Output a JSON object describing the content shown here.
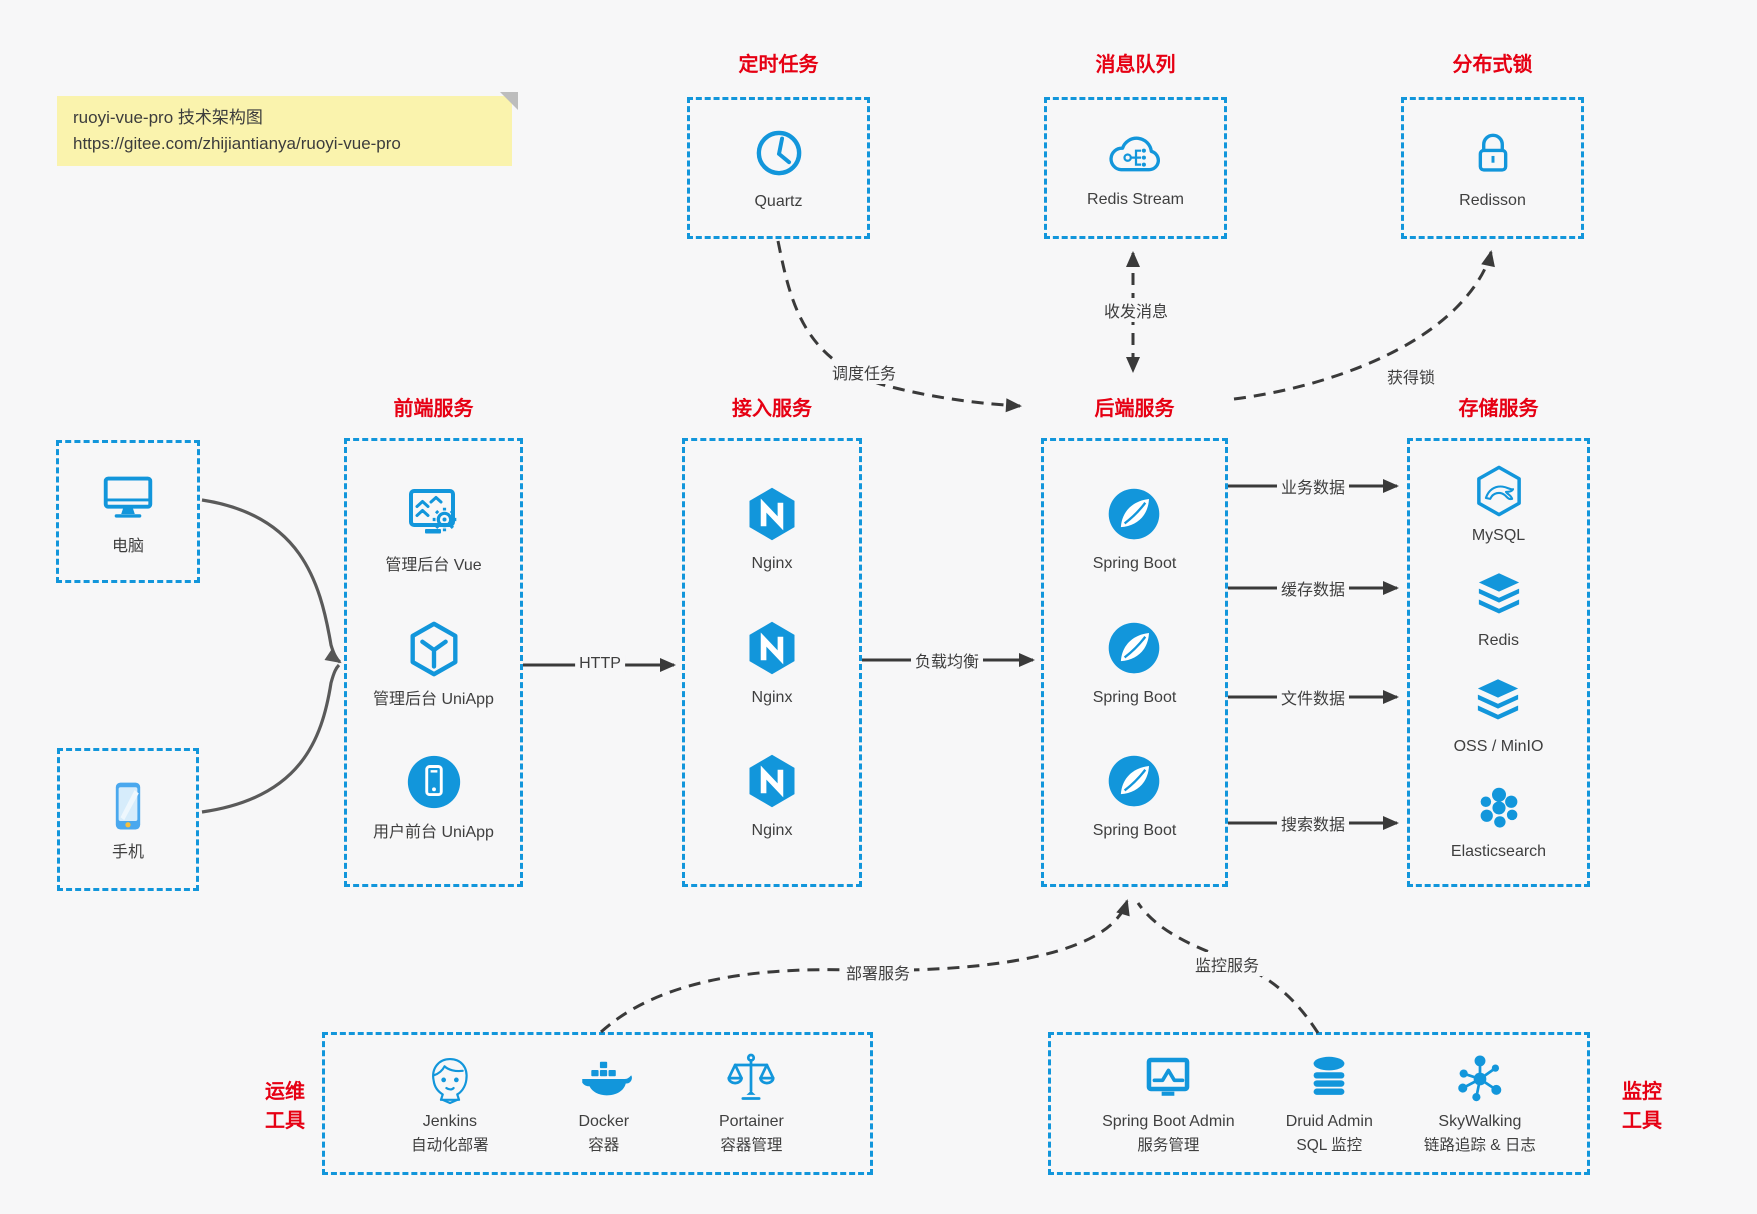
{
  "note": {
    "line1": "ruoyi-vue-pro 技术架构图",
    "line2": "https://gitee.com/zhijiantianya/ruoyi-vue-pro"
  },
  "top": {
    "scheduler": {
      "title": "定时任务",
      "label": "Quartz"
    },
    "queue": {
      "title": "消息队列",
      "label": "Redis Stream"
    },
    "lock": {
      "title": "分布式锁",
      "label": "Redisson"
    }
  },
  "clients": {
    "pc": {
      "label": "电脑"
    },
    "mobile": {
      "label": "手机"
    }
  },
  "columns": {
    "frontend": {
      "title": "前端服务",
      "items": [
        {
          "label": "管理后台 Vue"
        },
        {
          "label": "管理后台 UniApp"
        },
        {
          "label": "用户前台 UniApp"
        }
      ]
    },
    "gateway": {
      "title": "接入服务",
      "items": [
        {
          "label": "Nginx"
        },
        {
          "label": "Nginx"
        },
        {
          "label": "Nginx"
        }
      ]
    },
    "backend": {
      "title": "后端服务",
      "items": [
        {
          "label": "Spring Boot"
        },
        {
          "label": "Spring Boot"
        },
        {
          "label": "Spring Boot"
        }
      ]
    },
    "storage": {
      "title": "存储服务",
      "items": [
        {
          "label": "MySQL"
        },
        {
          "label": "Redis"
        },
        {
          "label": "OSS / MinIO"
        },
        {
          "label": "Elasticsearch"
        }
      ]
    }
  },
  "edges": {
    "http": "HTTP",
    "load_balance": "负载均衡",
    "schedule": "调度任务",
    "message": "收发消息",
    "acquire_lock": "获得锁",
    "business": "业务数据",
    "cache": "缓存数据",
    "file": "文件数据",
    "search": "搜索数据",
    "deploy": "部署服务",
    "monitor": "监控服务"
  },
  "ops": {
    "title_line1": "运维",
    "title_line2": "工具",
    "items": [
      {
        "name": "Jenkins",
        "desc": "自动化部署"
      },
      {
        "name": "Docker",
        "desc": "容器"
      },
      {
        "name": "Portainer",
        "desc": "容器管理"
      }
    ]
  },
  "monitoring": {
    "title_line1": "监控",
    "title_line2": "工具",
    "items": [
      {
        "name": "Spring Boot Admin",
        "desc": "服务管理"
      },
      {
        "name": "Druid Admin",
        "desc": "SQL 监控"
      },
      {
        "name": "SkyWalking",
        "desc": "链路追踪 & 日志"
      }
    ]
  },
  "colors": {
    "accent": "#1296db",
    "title_red": "#e60013",
    "note_bg": "#faf3ad",
    "wire_dark": "#3a3a3a"
  }
}
